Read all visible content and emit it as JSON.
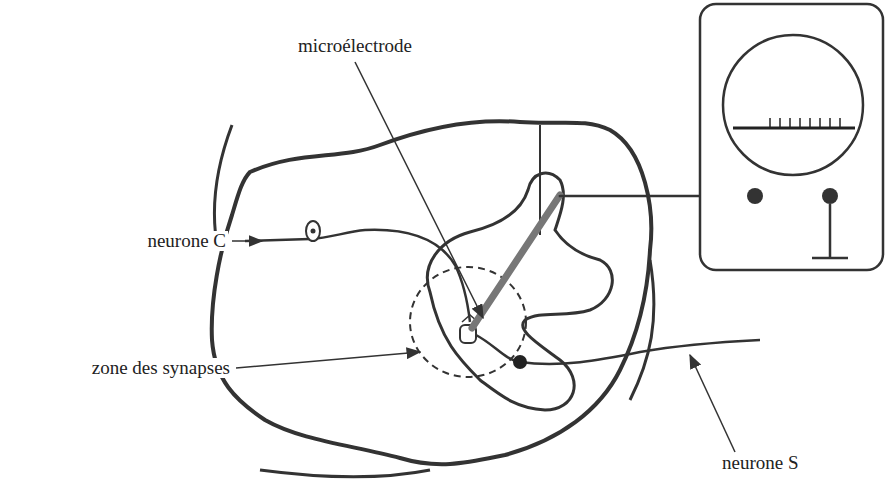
{
  "diagram": {
    "labels": [
      "microélectrode",
      "neurone C",
      "zone des synapses",
      "neurone S"
    ]
  }
}
